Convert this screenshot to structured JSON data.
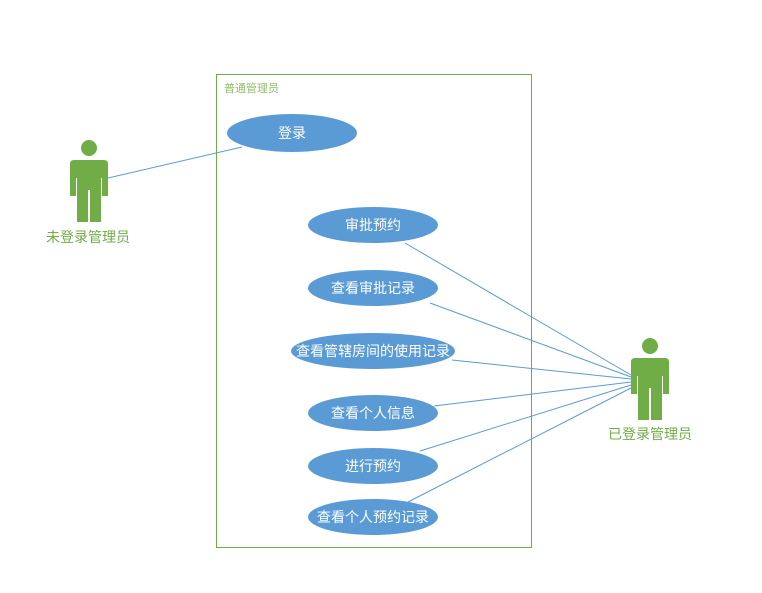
{
  "system": {
    "title": "普通管理员"
  },
  "actors": [
    {
      "id": "guest",
      "label": "未登录管理员"
    },
    {
      "id": "admin",
      "label": "已登录管理员"
    }
  ],
  "use_cases": [
    {
      "id": "login",
      "label": "登录"
    },
    {
      "id": "approve",
      "label": "审批预约"
    },
    {
      "id": "approval-log",
      "label": "查看审批记录"
    },
    {
      "id": "room-usage",
      "label": "查看管辖房间的使用记录"
    },
    {
      "id": "profile",
      "label": "查看个人信息"
    },
    {
      "id": "reserve",
      "label": "进行预约"
    },
    {
      "id": "my-reservations",
      "label": "查看个人预约记录"
    }
  ],
  "colors": {
    "actor": "#70ad47",
    "use_case": "#5b9bd5",
    "line": "#5b9bd5",
    "boundary": "#70ad47"
  }
}
